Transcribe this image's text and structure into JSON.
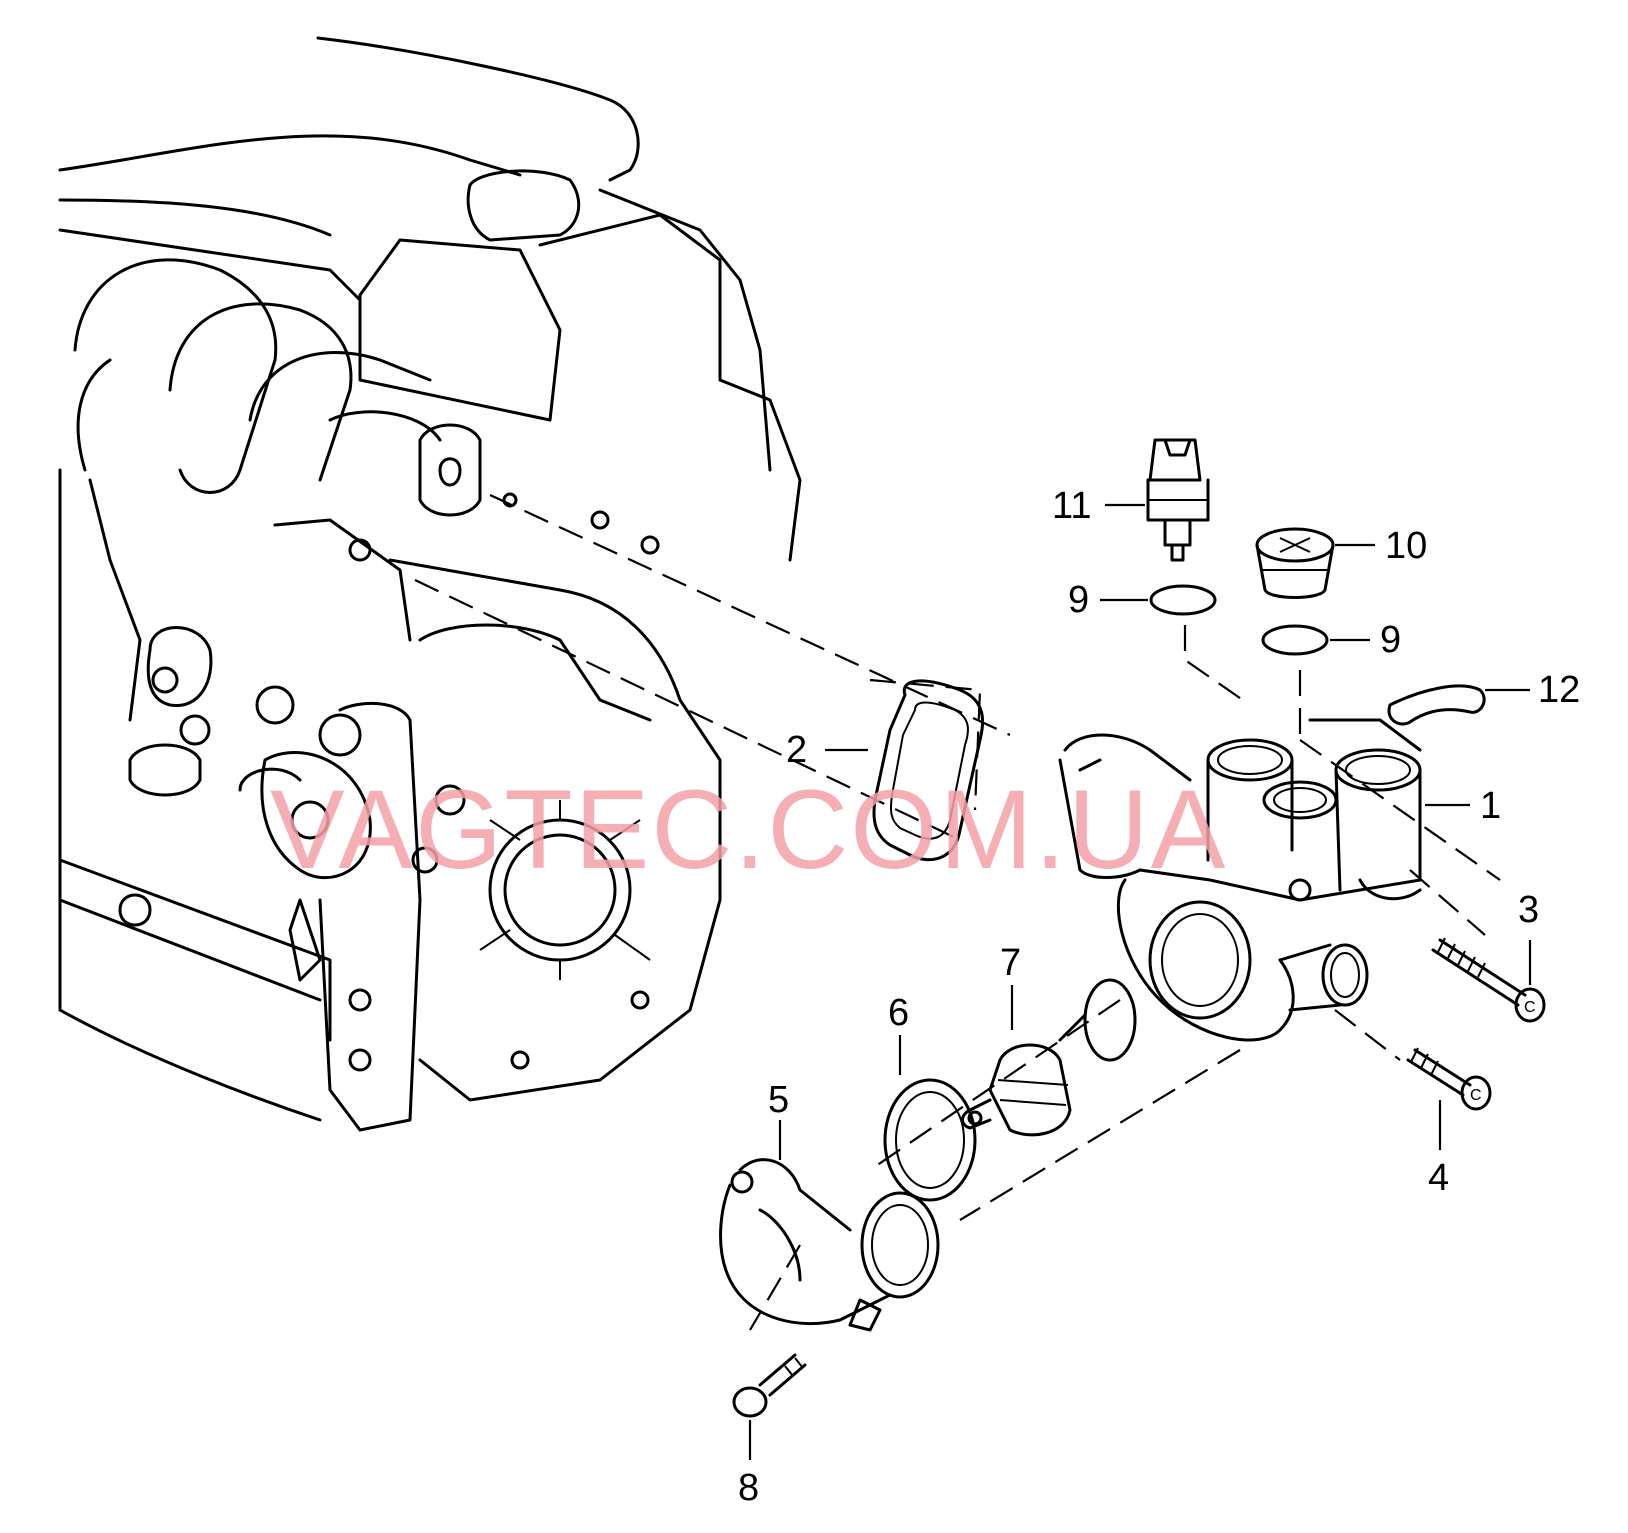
{
  "watermark": "VAGTEC.COM.UA",
  "callouts": [
    "1",
    "2",
    "3",
    "4",
    "5",
    "6",
    "7",
    "8",
    "9",
    "9",
    "10",
    "11",
    "12"
  ],
  "icons": [
    "engine-block-drawing",
    "gasket-part",
    "coolant-flange-part",
    "thermostat-part",
    "seal-ring-part",
    "thermostat-housing-part",
    "bolt-part",
    "sensor-part",
    "cap-part",
    "o-ring-part",
    "clip-part"
  ]
}
